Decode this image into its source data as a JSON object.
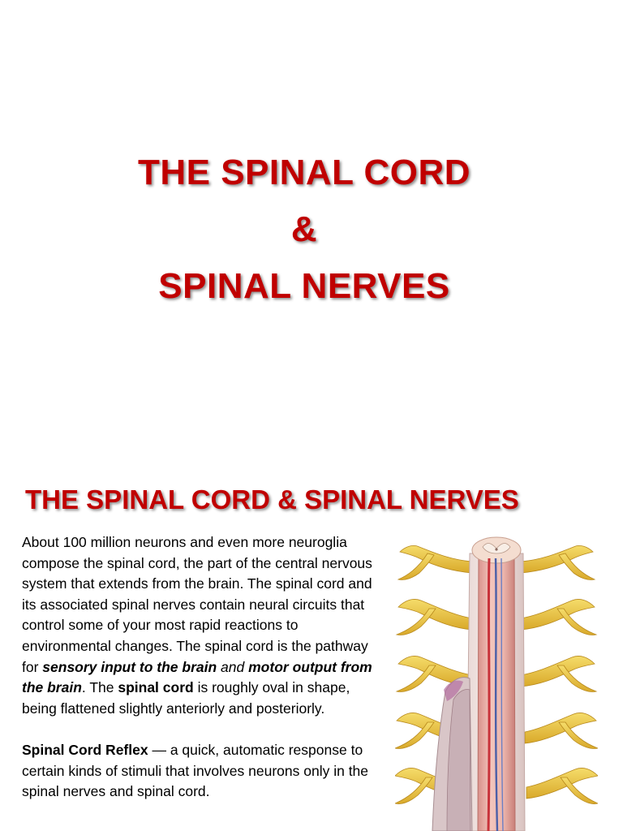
{
  "slide1": {
    "title_lines": [
      "THE SPINAL CORD",
      "&",
      "SPINAL NERVES"
    ]
  },
  "slide2": {
    "heading": "THE SPINAL CORD & SPINAL NERVES",
    "paragraph1": {
      "intro": "About 100 million neurons and even more neuroglia compose the spinal cord, the part of the central nervous system that extends from the brain. The spinal cord and its associated spinal nerves contain neural circuits that control some of your most rapid reactions to environmental changes. The spinal cord is the pathway for ",
      "emph1": "sensory input to the brain",
      "and_word": " and ",
      "emph2": "motor output from the brain",
      "after_emph": ". The ",
      "bold_term": "spinal cord",
      "ending": " is roughly oval in shape, being flattened slightly anteriorly and posteriorly."
    },
    "paragraph2": {
      "term": "Spinal Cord Reflex",
      "definition": " — a quick, automatic response to certain kinds of stimuli that involves neurons only in the spinal nerves and spinal cord."
    }
  },
  "colors": {
    "title_red": "#c00000",
    "nerve_yellow": "#e8c23a",
    "cord_pink": "#e7a8a0",
    "artery_red": "#c8323a",
    "vein_blue": "#4a5fa8"
  }
}
